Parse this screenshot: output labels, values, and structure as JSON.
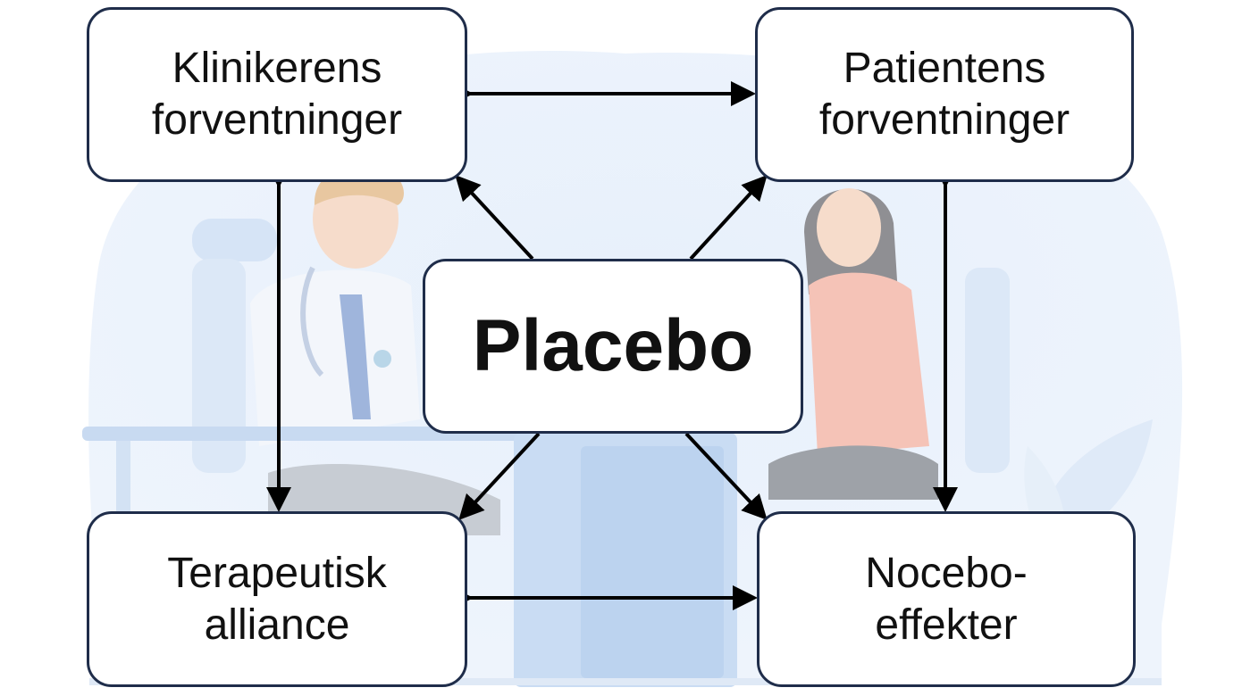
{
  "colors": {
    "box_border": "#1f2d4a",
    "arrow": "#000000",
    "text": "#111111"
  },
  "center": {
    "label": "Placebo"
  },
  "nodes": {
    "clinician": {
      "line1": "Klinikerens",
      "line2": "forventninger"
    },
    "patient": {
      "line1": "Patientens",
      "line2": "forventninger"
    },
    "alliance": {
      "line1": "Terapeutisk",
      "line2": "alliance"
    },
    "nocebo": {
      "line1": "Nocebo-",
      "line2": "effekter"
    }
  }
}
